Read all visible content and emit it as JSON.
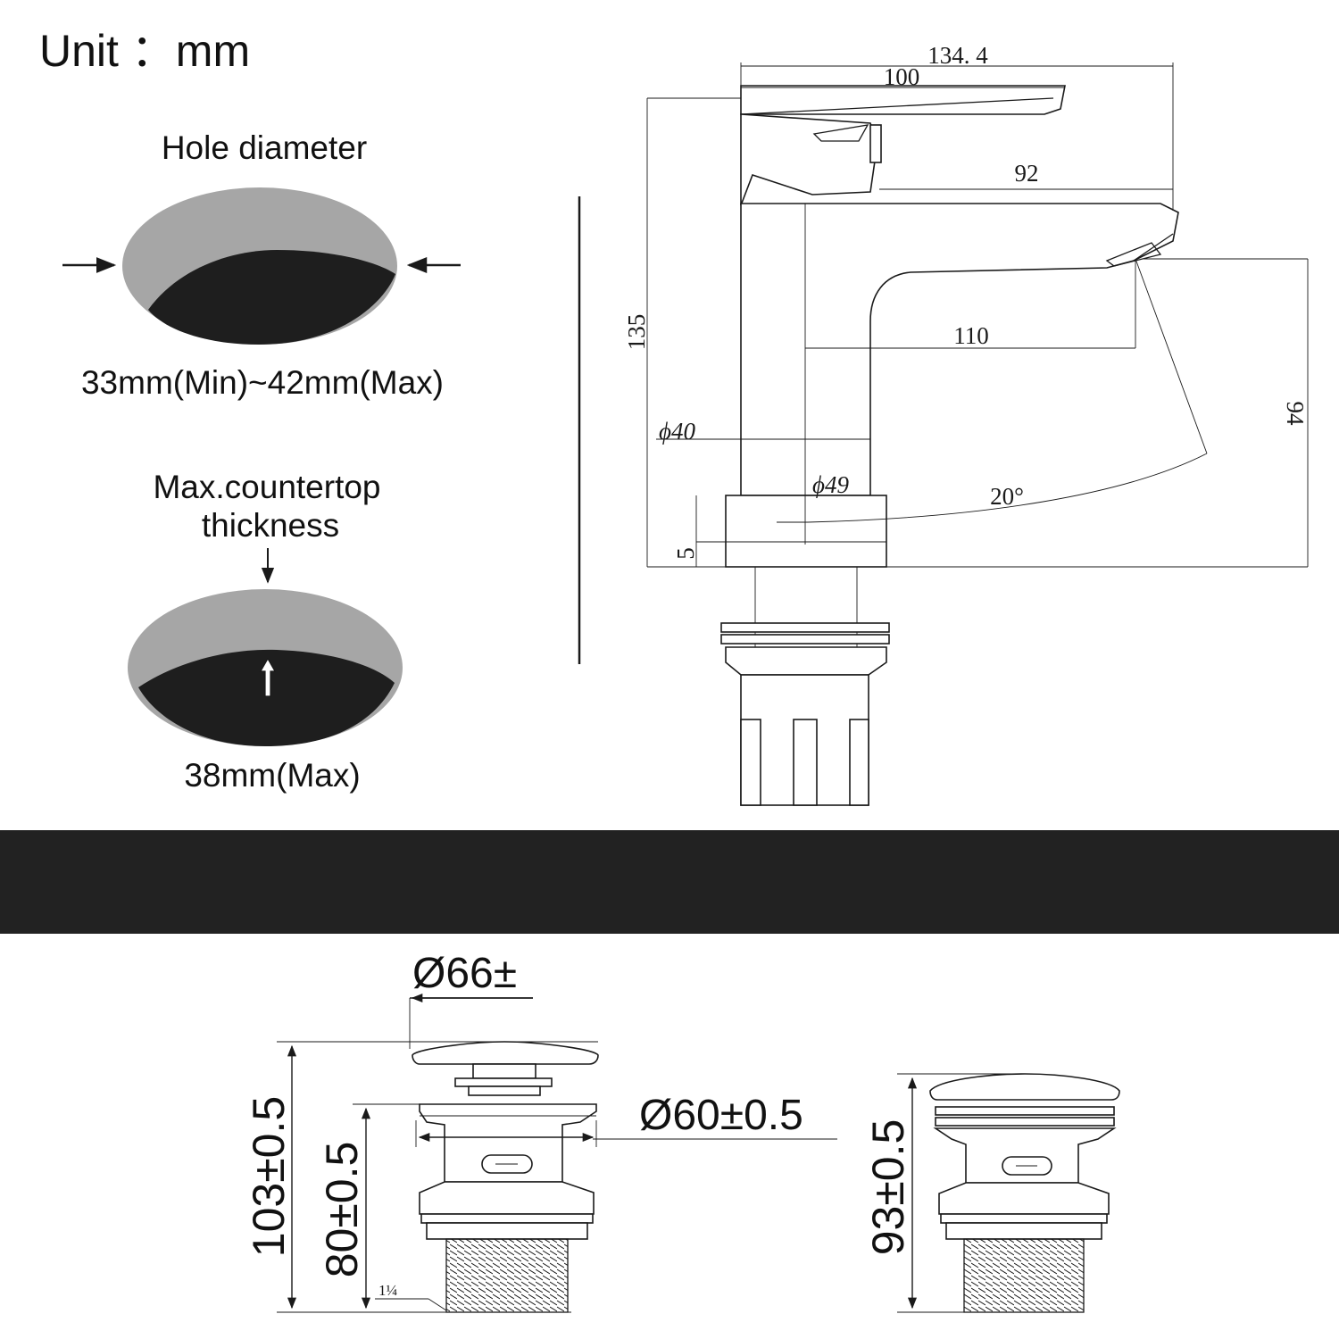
{
  "header": {
    "unit_label": "Unit ：mm"
  },
  "hole_diameter": {
    "title": "Hole diameter",
    "range": "33mm(Min)~42mm(Max)"
  },
  "countertop": {
    "title_line1": "Max.countertop",
    "title_line2": "thickness",
    "value": "38mm(Max)"
  },
  "faucet_dimensions": {
    "overall_length": "134. 4",
    "lever_length": "100",
    "spout_upper": "92",
    "spout_reach": "110",
    "height": "135",
    "spout_height": "94",
    "body_diameter": "ϕ40",
    "base_diameter": "ϕ49",
    "base_thickness": "5",
    "swivel_angle": "20°"
  },
  "drain_dimensions": {
    "cap_diameter": "Ø66±",
    "flange_diameter": "Ø60±0.5",
    "total_height": "103±0.5",
    "body_height": "80±0.5",
    "thread": "1¼",
    "alt_height": "93±0.5"
  },
  "colors": {
    "line": "#1a1a1a",
    "shape_gray": "#a6a6a6",
    "hole_black": "#1e1e1e",
    "band": "#222222"
  }
}
